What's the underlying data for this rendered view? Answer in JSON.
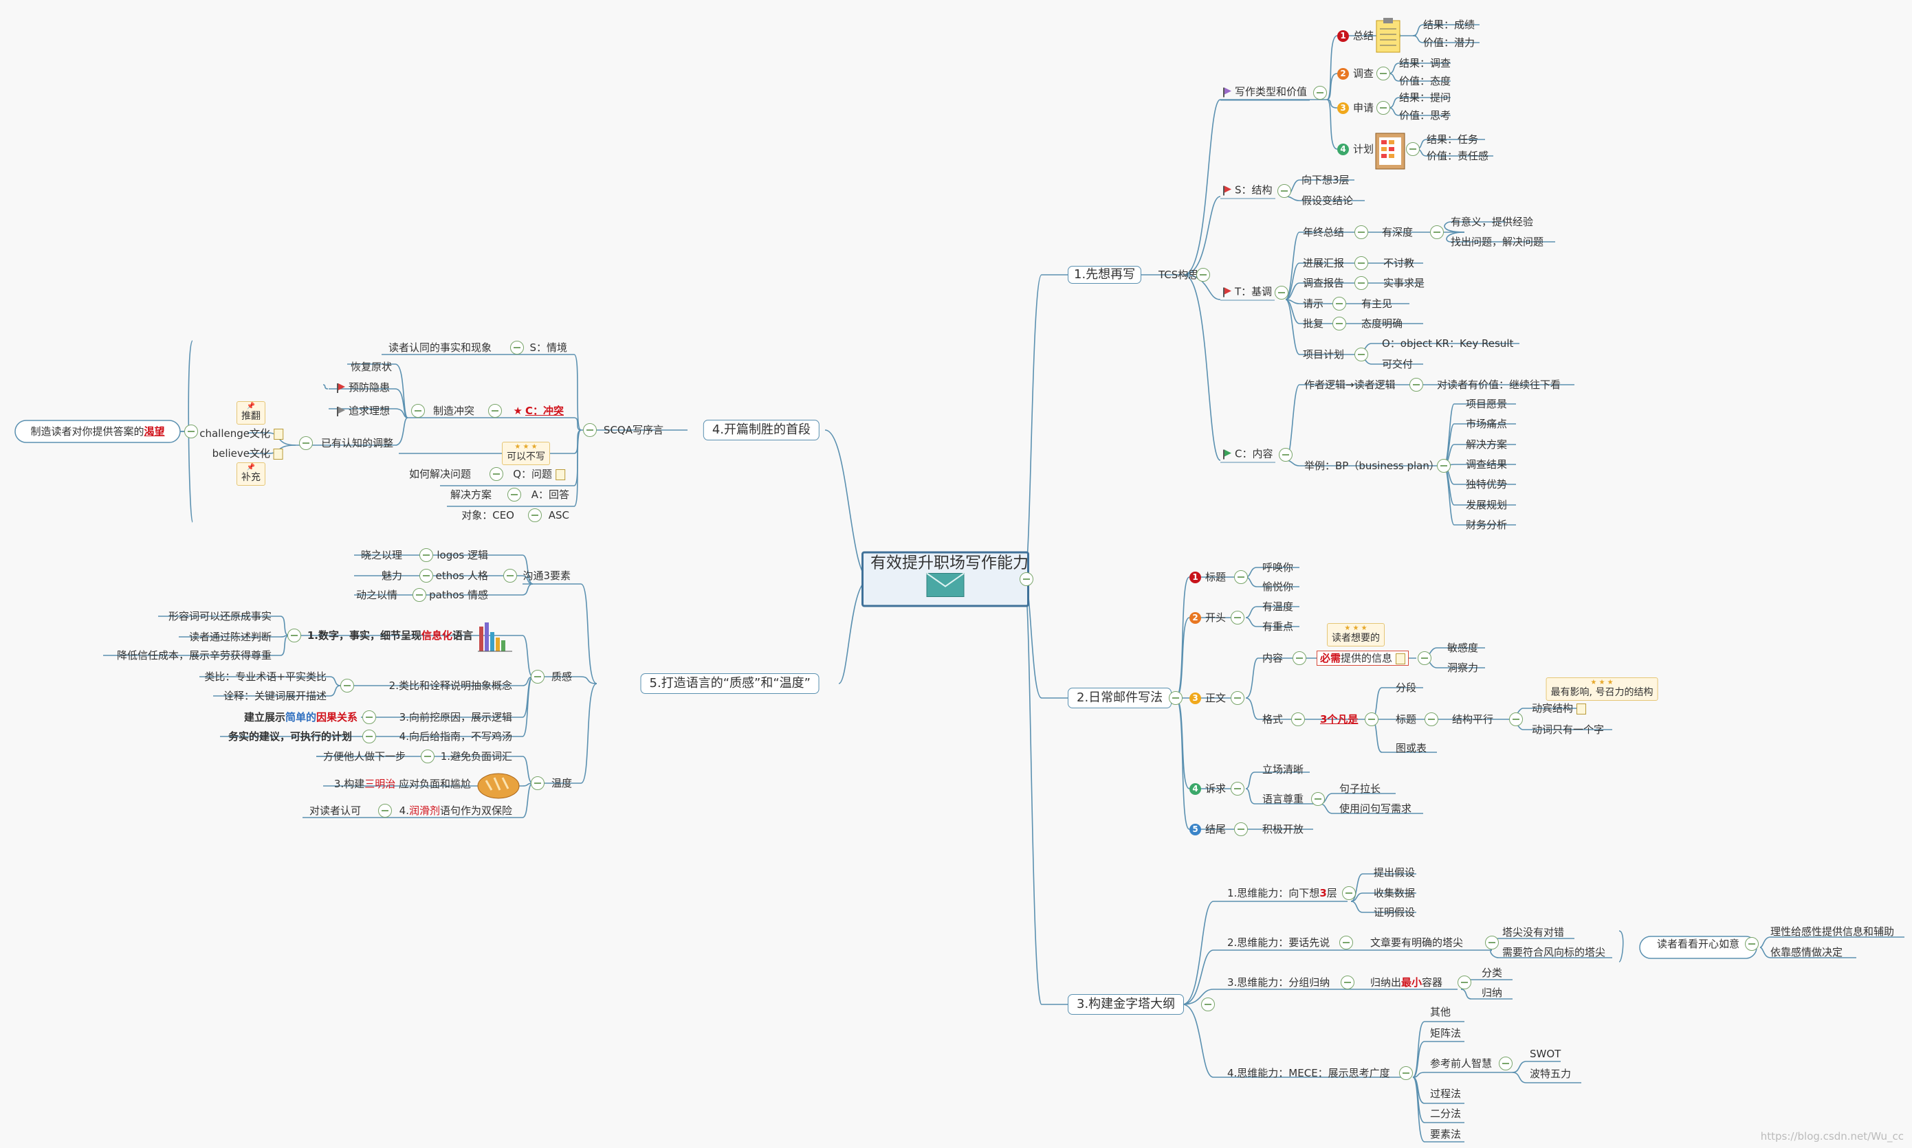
{
  "root": {
    "title": "有效提升职场写作能力"
  },
  "branches": {
    "b1": "1.先想再写",
    "b2": "2.日常邮件写法",
    "b3": "3.构建金字塔大纲",
    "b4": "4.开篇制胜的首段",
    "b5": "5.打造语言的“质感”和“温度”"
  },
  "b1": {
    "tcs": "TCS构思",
    "types": "写作类型和价值",
    "summary": "总结",
    "summary_r": "结果：成绩",
    "summary_v": "价值：潜力",
    "survey": "调查",
    "survey_r": "结果：调查",
    "survey_v": "价值：态度",
    "apply": "申请",
    "apply_r": "结果：提问",
    "apply_v": "价值：思考",
    "plan": "计划",
    "plan_r": "结果：任务",
    "plan_v": "价值：责任感",
    "s": "S：结构",
    "s1": "向下想3层",
    "s2": "假设变结论",
    "t": "T：基调",
    "t_year": "年终总结",
    "t_deep": "有深度",
    "t_deep1": "有意义，提供经验",
    "t_deep2": "找出问题，解决问题",
    "t_prog": "进展汇报",
    "t_prog1": "不讨教",
    "t_rep": "调查报告",
    "t_rep1": "实事求是",
    "t_req": "请示",
    "t_req1": "有主见",
    "t_app": "批复",
    "t_app1": "态度明确",
    "t_proj": "项目计划",
    "t_proj1": "O：object  KR：Key Result",
    "t_proj2": "可交付",
    "c": "C：内容",
    "c_logic": "作者逻辑→读者逻辑",
    "c_logic1": "对读者有价值：继续往下看",
    "c_bp": "举例：BP（business plan）",
    "c_bp_items": [
      "项目愿景",
      "市场痛点",
      "解决方案",
      "调查结果",
      "独特优势",
      "发展规划",
      "财务分析"
    ]
  },
  "b2": {
    "title": "标题",
    "title1": "呼唤你",
    "title2": "愉悦你",
    "open": "开头",
    "open1": "有温度",
    "open2": "有重点",
    "body": "正文",
    "content": "内容",
    "sticky_reader": "读者想要的",
    "must_a": "必需",
    "must_b": "提供的信息",
    "sens": "敏感度",
    "insight": "洞察力",
    "format": "格式",
    "three": "3个凡是",
    "seg": "分段",
    "heading": "标题",
    "parallel": "结构平行",
    "sticky_force": "最有影响, 号召力的结构",
    "verb": "动宾结构",
    "one_verb": "动词只有一个字",
    "chart": "图或表",
    "appeal": "诉求",
    "stand": "立场清晰",
    "lang": "语言尊重",
    "lang1": "句子拉长",
    "lang2": "使用问句写需求",
    "end": "结尾",
    "end1": "积极开放"
  },
  "b3": {
    "t1_a": "1.思维能力：向下想",
    "t1_num": "3",
    "t1_b": "层",
    "t1_items": [
      "提出假设",
      "收集数据",
      "证明假设"
    ],
    "t2": "2.思维能力：要话先说",
    "t2_a": "文章要有明确的塔尖",
    "t2_1": "塔尖没有对错",
    "t2_2": "需要符合风向标的塔尖",
    "t2_read": "读者看看开心如意",
    "t2_r1": "理性给感性提供信息和辅助",
    "t2_r2": "依靠感情做决定",
    "t3": "3.思维能力：分组归纳",
    "t3_a": "归纳出",
    "t3_min": "最小",
    "t3_b": "容器",
    "t3_1": "分类",
    "t3_2": "归纳",
    "t4": "4.思维能力：MECE：展示思考广度",
    "t4_other": "其他",
    "t4_matrix": "矩阵法",
    "t4_ref": "参考前人智慧",
    "t4_swot": "SWOT",
    "t4_five": "波特五力",
    "t4_proc": "过程法",
    "t4_bin": "二分法",
    "t4_elem": "要素法"
  },
  "b4": {
    "scqa": "SCQA写序言",
    "s": "S：情境",
    "s_l": "读者认同的事实和现象",
    "c": "C：冲突",
    "make": "制造冲突",
    "restore": "恢复原状",
    "prevent": "预防隐患",
    "pursue": "追求理想",
    "known": "已有认知的调整",
    "chal": "challenge文化",
    "belief": "believe文化",
    "pt_over": "推翻",
    "pt_add": "补充",
    "far_a": "制造读者对你提供答案的",
    "far_b": "渴望",
    "q": "Q：问题",
    "q_l": "如何解决问题",
    "q_sticky": "可以不写",
    "a": "A：回答",
    "a_l": "解决方案",
    "asc": "ASC",
    "asc_l": "对象：CEO"
  },
  "b5": {
    "comm": "沟通3要素",
    "logos": "logos 逻辑",
    "logos_l": "晓之以理",
    "ethos": "ethos 人格",
    "ethos_l": "魅力",
    "pathos": "pathos 情感",
    "pathos_l": "动之以情",
    "texture": "质感",
    "q1_a": "1.数字，事实，细节呈现",
    "q1_b": "信息化",
    "q1_c": "语言",
    "q1_1": "形容词可以还原成事实",
    "q1_2": "读者通过陈述判断",
    "q1_3": "降低信任成本，展示辛劳获得尊重",
    "q2": "2.类比和诠释说明抽象概念",
    "q2_1": "类比：专业术语+平实类比",
    "q2_2": "诠释：关键词展开描述",
    "q3": "3.向前挖原因，展示逻辑",
    "q3_a": "建立展示",
    "q3_b": "简单的",
    "q3_c": "因果关系",
    "q4": "4.向后给指南，不写鸡汤",
    "q4_l": "务实的建议，可执行的计划",
    "warm": "温度",
    "w1": "1.避免负面词汇",
    "w1_l": "方便他人做下一步",
    "w3_a": "3.构建",
    "w3_b": "三明治",
    "w3_c": " 应对负面和尴尬",
    "w4_a": "4.",
    "w4_b": "润滑剂",
    "w4_c": "语句作为双保险",
    "w4_l": "对读者认可"
  },
  "watermark": "https://blog.csdn.net/Wu_cc",
  "colors": {
    "line": "#5a90b0",
    "accent_red": "#d0121b",
    "collapse": "#79a56a"
  }
}
